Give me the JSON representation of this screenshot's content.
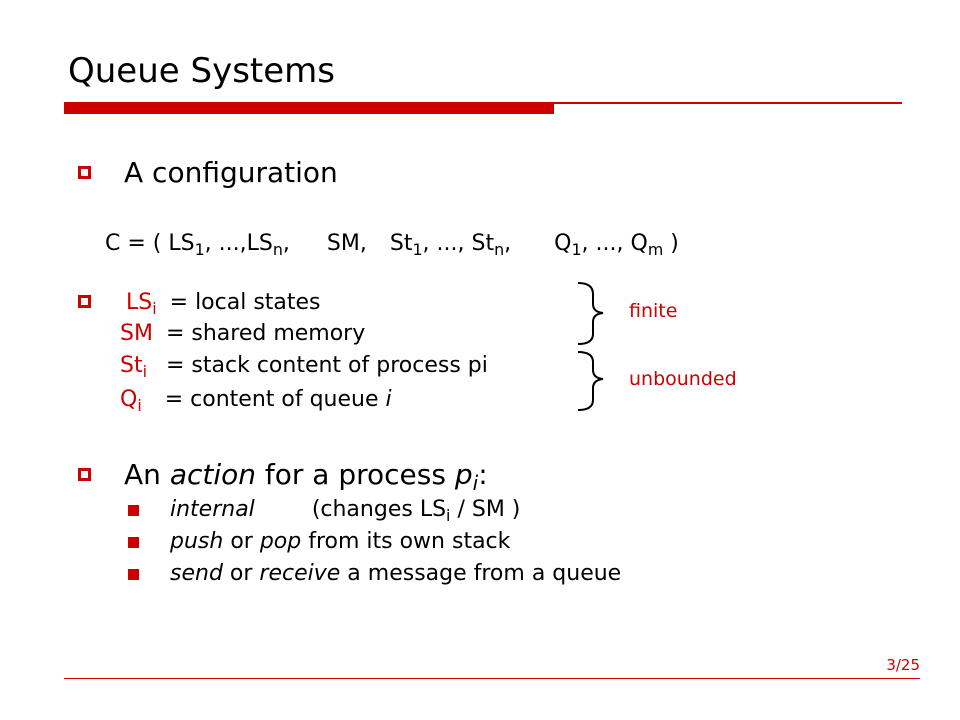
{
  "title": "Queue Systems",
  "section1": {
    "heading": "A configuration"
  },
  "config": {
    "c": "C = ( LS",
    "s1": "1",
    "p2": ", ...,LS",
    "sn1": "n",
    "p3": ",",
    "sm": "SM,",
    "st": "St",
    "s2": "1",
    "p4": ", ..., St",
    "sn2": "n",
    "p5": ",",
    "q": "Q",
    "s3": "1",
    "p6": ", ..., Q",
    "sm2": "m",
    "p7": " )"
  },
  "defs": {
    "ls": "LS",
    "ls_sub": "i",
    "ls_desc": "= local  states",
    "sm": "SM",
    "sm_desc": "= shared memory",
    "st": "St",
    "st_sub": "i",
    "st_desc": "= stack content of process pi",
    "q": "Q",
    "q_sub": "i",
    "q_desc": "= content of queue",
    "q_var": "i"
  },
  "notes": {
    "finite": "finite",
    "unbounded": "unbounded"
  },
  "section2": {
    "pre": "An ",
    "action": "action",
    "mid": " for a process ",
    "p": "p",
    "psub": "i",
    "post": ":"
  },
  "actions": [
    {
      "em1": "internal",
      "rest": "(changes LS",
      "sub": "i",
      "rest2": " / SM )"
    },
    {
      "em1": "push",
      "mid": " or ",
      "em2": "pop",
      "rest": " from its own stack"
    },
    {
      "em1": "send",
      "mid": " or ",
      "em2": "receive",
      "rest": " a message from a queue"
    }
  ],
  "page_number": "3/25",
  "colors": {
    "accent": "#cc0000"
  }
}
